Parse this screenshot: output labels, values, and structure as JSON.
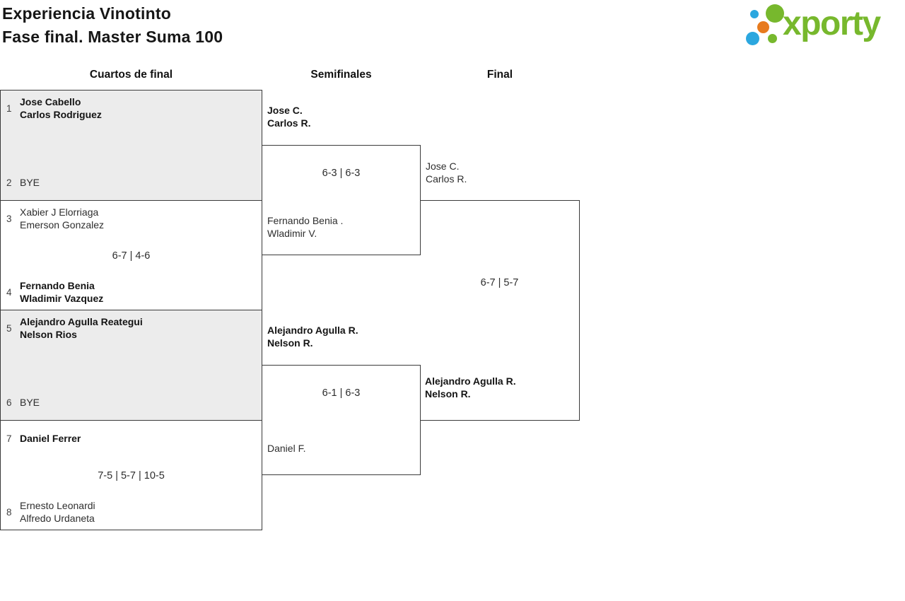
{
  "header": {
    "title_line1": "Experiencia Vinotinto",
    "title_line2": "Fase final. Master Suma 100"
  },
  "logo": {
    "wordmark": "xporty"
  },
  "colors": {
    "brand_green": "#77b82d",
    "brand_blue": "#2ba7df",
    "brand_orange": "#e77b1e",
    "box_gray": "#ececec",
    "border": "#3a3a3a"
  },
  "rounds": [
    {
      "label": "Cuartos de final"
    },
    {
      "label": "Semifinales"
    },
    {
      "label": "Final"
    }
  ],
  "quarterfinals": [
    {
      "slots": [
        {
          "seed": "1",
          "players": [
            "Jose Cabello",
            "Carlos Rodriguez"
          ],
          "winner": true
        },
        {
          "seed": "2",
          "players": [
            "BYE"
          ],
          "winner": false
        }
      ]
    },
    {
      "score": "6-7 | 4-6",
      "slots": [
        {
          "seed": "3",
          "players": [
            "Xabier J Elorriaga",
            "Emerson Gonzalez"
          ],
          "winner": false
        },
        {
          "seed": "4",
          "players": [
            "Fernando Benia",
            "Wladimir Vazquez"
          ],
          "winner": true
        }
      ]
    },
    {
      "slots": [
        {
          "seed": "5",
          "players": [
            "Alejandro Agulla Reategui",
            "Nelson Rios"
          ],
          "winner": true
        },
        {
          "seed": "6",
          "players": [
            "BYE"
          ],
          "winner": false
        }
      ]
    },
    {
      "score": "7-5 | 5-7 | 10-5",
      "slots": [
        {
          "seed": "7",
          "players": [
            "Daniel Ferrer"
          ],
          "winner": true
        },
        {
          "seed": "8",
          "players": [
            "Ernesto Leonardi",
            "Alfredo Urdaneta"
          ],
          "winner": false
        }
      ]
    }
  ],
  "semifinals": [
    {
      "score": "6-3 | 6-3",
      "top": {
        "players": [
          "Jose C.",
          "Carlos R."
        ],
        "winner": true
      },
      "bottom": {
        "players": [
          "Fernando Benia .",
          "Wladimir V."
        ],
        "winner": false
      }
    },
    {
      "score": "6-1 | 6-3",
      "top": {
        "players": [
          "Alejandro Agulla R.",
          "Nelson R."
        ],
        "winner": true
      },
      "bottom": {
        "players": [
          "Daniel F."
        ],
        "winner": false
      }
    }
  ],
  "final": {
    "score": "6-7 | 5-7",
    "top": {
      "players": [
        "Jose C.",
        "Carlos R."
      ],
      "winner": false
    },
    "bottom": {
      "players": [
        "Alejandro Agulla R.",
        "Nelson R."
      ],
      "winner": true
    }
  }
}
